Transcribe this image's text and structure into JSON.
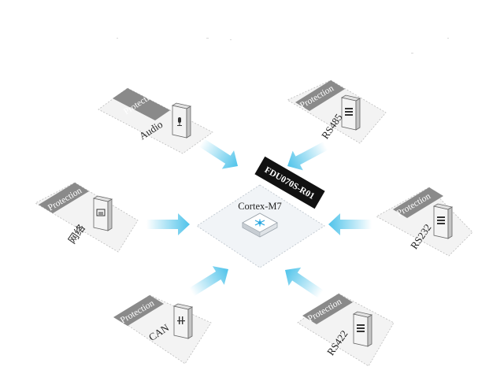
{
  "core": {
    "chip_label": "Cortex-M7",
    "model_label": "FDU070S-R01"
  },
  "protection_label": "Protection",
  "modules": [
    {
      "id": "audio",
      "label": "Audio",
      "icon": "microphone-icon"
    },
    {
      "id": "rs485",
      "label": "RS485",
      "icon": "serial-port-icon"
    },
    {
      "id": "network",
      "label": "网络",
      "icon": "ethernet-icon"
    },
    {
      "id": "rs232",
      "label": "RS232",
      "icon": "serial-port-icon"
    },
    {
      "id": "can",
      "label": "CAN",
      "icon": "can-bus-icon"
    },
    {
      "id": "rs422",
      "label": "RS422",
      "icon": "serial-port-icon"
    }
  ],
  "colors": {
    "arrow": "#4fc3ea",
    "protection_band": "#8a8a8a",
    "model_tag": "#111111",
    "platform": "#f1f4f7"
  }
}
